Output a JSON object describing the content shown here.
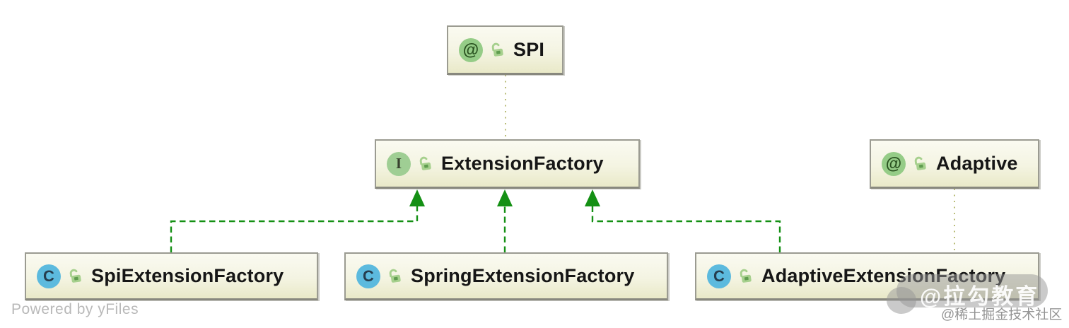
{
  "diagram": {
    "type": "uml-class-diagram",
    "nodes": {
      "spi": {
        "label": "SPI",
        "kind": "annotation",
        "visibility": "public"
      },
      "extension_factory": {
        "label": "ExtensionFactory",
        "kind": "interface",
        "visibility": "public"
      },
      "adaptive": {
        "label": "Adaptive",
        "kind": "annotation",
        "visibility": "public"
      },
      "spi_extension_factory": {
        "label": "SpiExtensionFactory",
        "kind": "class",
        "visibility": "public"
      },
      "spring_extension_factory": {
        "label": "SpringExtensionFactory",
        "kind": "class",
        "visibility": "public"
      },
      "adaptive_extension_factory": {
        "label": "AdaptiveExtensionFactory",
        "kind": "class",
        "visibility": "public"
      }
    },
    "edges": [
      {
        "from": "spi",
        "to": "extension_factory",
        "type": "annotation-dependency",
        "style": "dotted"
      },
      {
        "from": "adaptive",
        "to": "adaptive_extension_factory",
        "type": "annotation-dependency",
        "style": "dotted"
      },
      {
        "from": "spi_extension_factory",
        "to": "extension_factory",
        "type": "implements",
        "style": "dashed-arrow"
      },
      {
        "from": "spring_extension_factory",
        "to": "extension_factory",
        "type": "implements",
        "style": "dashed-arrow"
      },
      {
        "from": "adaptive_extension_factory",
        "to": "extension_factory",
        "type": "implements",
        "style": "dashed-arrow"
      }
    ],
    "icon_glyphs": {
      "annotation": "@",
      "interface": "I",
      "class": "C"
    },
    "colors": {
      "implements_edge": "#149014",
      "annotation_edge": "#babd79",
      "node_fill_top": "#fafaf1",
      "node_fill_bottom": "#e9e9c8",
      "node_border": "#9b9b91",
      "annotation_icon_bg": "#95cc87",
      "interface_icon_bg": "#9fce94",
      "class_icon_bg": "#5cbade",
      "lock_icon": "#a6d08d"
    }
  },
  "watermarks": {
    "powered_by": "Powered by yFiles",
    "lagou": "@拉勾教育",
    "juejin": "@稀土掘金技术社区"
  }
}
